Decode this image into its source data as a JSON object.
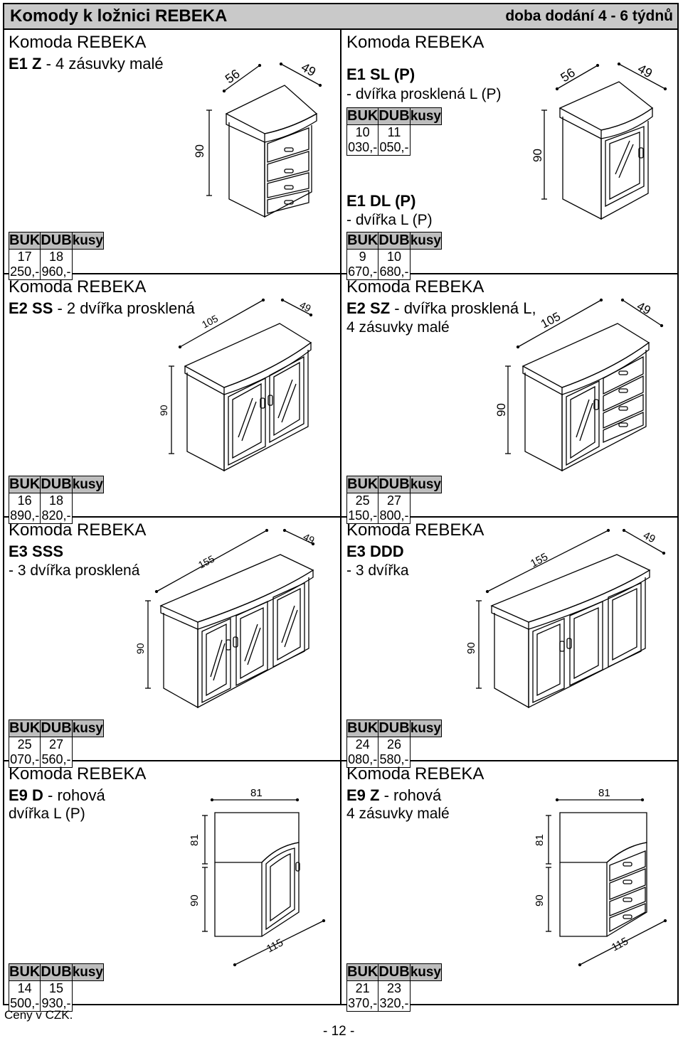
{
  "header": {
    "title": "Komody k ložnici REBEKA",
    "delivery": "doba dodání 4 - 6 týdnů"
  },
  "table_headers": {
    "buk": "BUK",
    "dub": "DUB",
    "kusy": "kusy"
  },
  "products": {
    "e1z": {
      "name": "Komoda REBEKA",
      "code": "E1 Z",
      "desc": " - 4 zásuvky malé",
      "buk": "17 250,-",
      "dub": "18 960,-",
      "dims": {
        "w": "56",
        "d": "49",
        "h": "90"
      }
    },
    "e1sl": {
      "name": "Komoda REBEKA",
      "code": "E1 SL (P)",
      "desc": "- dvířka prosklená L (P)",
      "buk": "10 030,-",
      "dub": "11 050,-",
      "dims": {
        "w": "56",
        "d": "49",
        "h": "90"
      }
    },
    "e1dl": {
      "code": "E1 DL (P)",
      "desc": "- dvířka L (P)",
      "buk": "9 670,-",
      "dub": "10 680,-"
    },
    "e2ss": {
      "name": "Komoda REBEKA",
      "code": "E2 SS",
      "desc": " - 2 dvířka prosklená",
      "buk": "16 890,-",
      "dub": "18 820,-",
      "dims": {
        "w": "105",
        "d": "49",
        "h": "90"
      }
    },
    "e2sz": {
      "name": "Komoda REBEKA",
      "code": "E2 SZ",
      "desc": " - dvířka prosklená L,",
      "desc2": "4 zásuvky malé",
      "buk": "25 150,-",
      "dub": "27 800,-",
      "dims": {
        "w": "105",
        "d": "49",
        "h": "90"
      }
    },
    "e3sss": {
      "name": "Komoda REBEKA",
      "code": "E3 SSS",
      "desc": "- 3 dvířka prosklená",
      "buk": "25 070,-",
      "dub": "27 560,-",
      "dims": {
        "w": "155",
        "d": "49",
        "h": "90"
      }
    },
    "e3ddd": {
      "name": "Komoda REBEKA",
      "code": "E3 DDD",
      "desc": "- 3 dvířka",
      "buk": "24 080,-",
      "dub": "26 580,-",
      "dims": {
        "w": "155",
        "d": "49",
        "h": "90"
      }
    },
    "e9d": {
      "name": "Komoda REBEKA",
      "code": "E9 D",
      "desc": " - rohová",
      "desc2": "dvířka L (P)",
      "buk": "14 500,-",
      "dub": "15 930,-",
      "dims": {
        "top": "81",
        "side": "81",
        "h": "90",
        "diag": "115"
      }
    },
    "e9z": {
      "name": "Komoda REBEKA",
      "code": "E9 Z",
      "desc": " - rohová",
      "desc2": "4 zásuvky malé",
      "buk": "21 370,-",
      "dub": "23 320,-",
      "dims": {
        "top": "81",
        "side": "81",
        "h": "90",
        "diag": "115"
      }
    }
  },
  "footer": {
    "note": "Ceny v CZK.",
    "page": "- 12 -"
  }
}
